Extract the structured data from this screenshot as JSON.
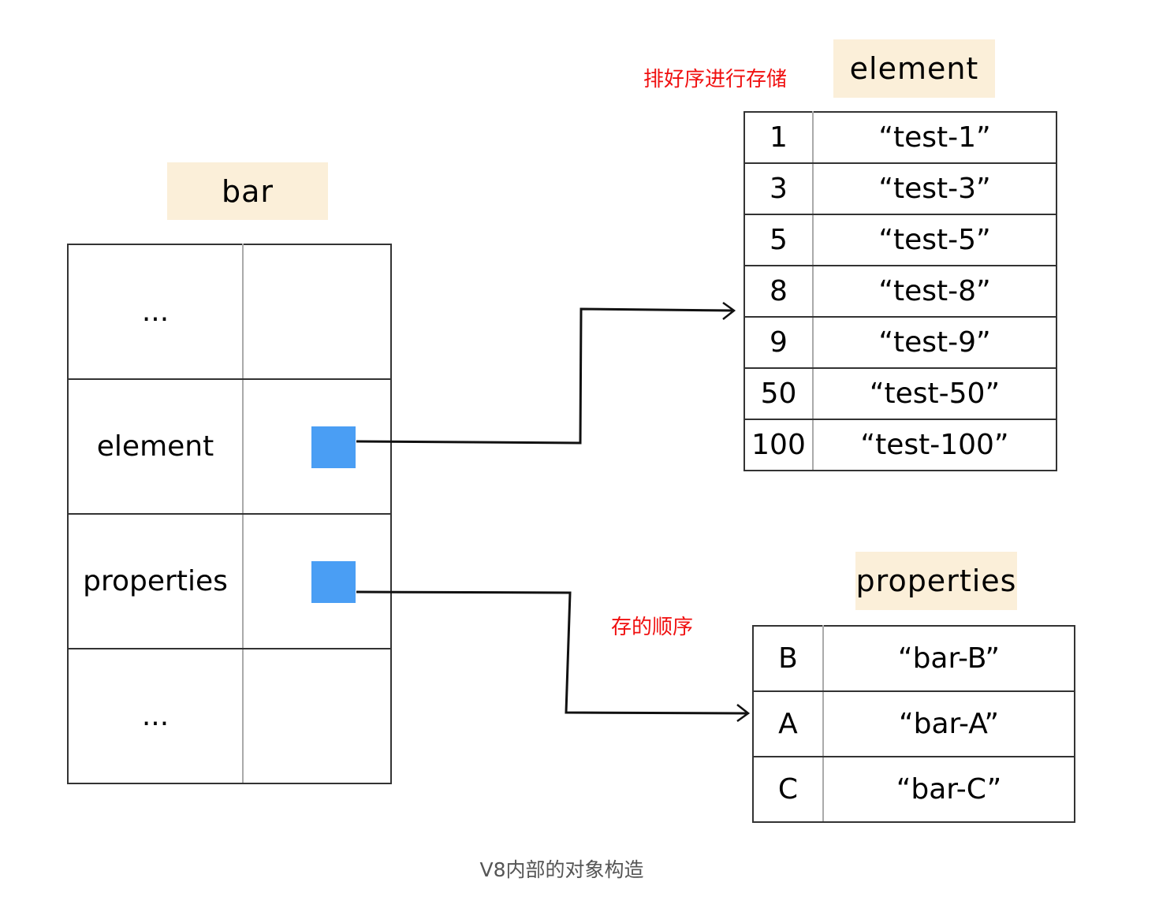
{
  "bar": {
    "title": "bar",
    "rows": [
      {
        "key": "...",
        "pointer": false
      },
      {
        "key": "element",
        "pointer": true
      },
      {
        "key": "properties",
        "pointer": true
      },
      {
        "key": "...",
        "pointer": false
      }
    ]
  },
  "element": {
    "title": "element",
    "note": "排好序进行存储",
    "rows": [
      {
        "key": "1",
        "value": "“test-1”"
      },
      {
        "key": "3",
        "value": "“test-3”"
      },
      {
        "key": "5",
        "value": "“test-5”"
      },
      {
        "key": "8",
        "value": "“test-8”"
      },
      {
        "key": "9",
        "value": "“test-9”"
      },
      {
        "key": "50",
        "value": "“test-50”"
      },
      {
        "key": "100",
        "value": "“test-100”"
      }
    ]
  },
  "properties": {
    "title": "properties",
    "note": "存的顺序",
    "rows": [
      {
        "key": "B",
        "value": "“bar-B”"
      },
      {
        "key": "A",
        "value": "“bar-A”"
      },
      {
        "key": "C",
        "value": "“bar-C”"
      }
    ]
  },
  "colors": {
    "pointer": "#4a9ef4",
    "title_bg": "#fbefd9",
    "note": "#f01010"
  },
  "caption": "V8内部的对象构造"
}
